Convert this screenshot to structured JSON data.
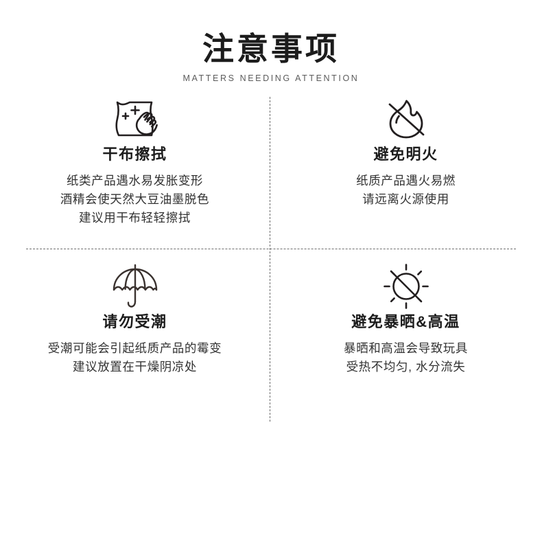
{
  "header": {
    "title": "注意事项",
    "subtitle": "MATTERS NEEDING ATTENTION"
  },
  "colors": {
    "background": "#ffffff",
    "title": "#1c1c1c",
    "subtitle": "#5b5b5b",
    "body_text": "#333333",
    "divider": "#6e6e6e",
    "icon_stroke": "#231f20"
  },
  "items": [
    {
      "icon": "cloth-wipe-icon",
      "title": "干布擦拭",
      "lines": [
        "纸类产品遇水易发胀变形",
        "酒精会使天然大豆油墨脱色",
        "建议用干布轻轻擦拭"
      ]
    },
    {
      "icon": "no-open-flame-icon",
      "title": "避免明火",
      "lines": [
        "纸质产品遇火易燃",
        "请远离火源使用"
      ]
    },
    {
      "icon": "umbrella-keep-dry-icon",
      "title": "请勿受潮",
      "lines": [
        "受潮可能会引起纸质产品的霉变",
        "建议放置在干燥阴凉处"
      ]
    },
    {
      "icon": "no-direct-sunlight-icon",
      "title": "避免暴晒&高温",
      "lines": [
        "暴晒和高温会导致玩具",
        "受热不均匀, 水分流失"
      ]
    }
  ]
}
